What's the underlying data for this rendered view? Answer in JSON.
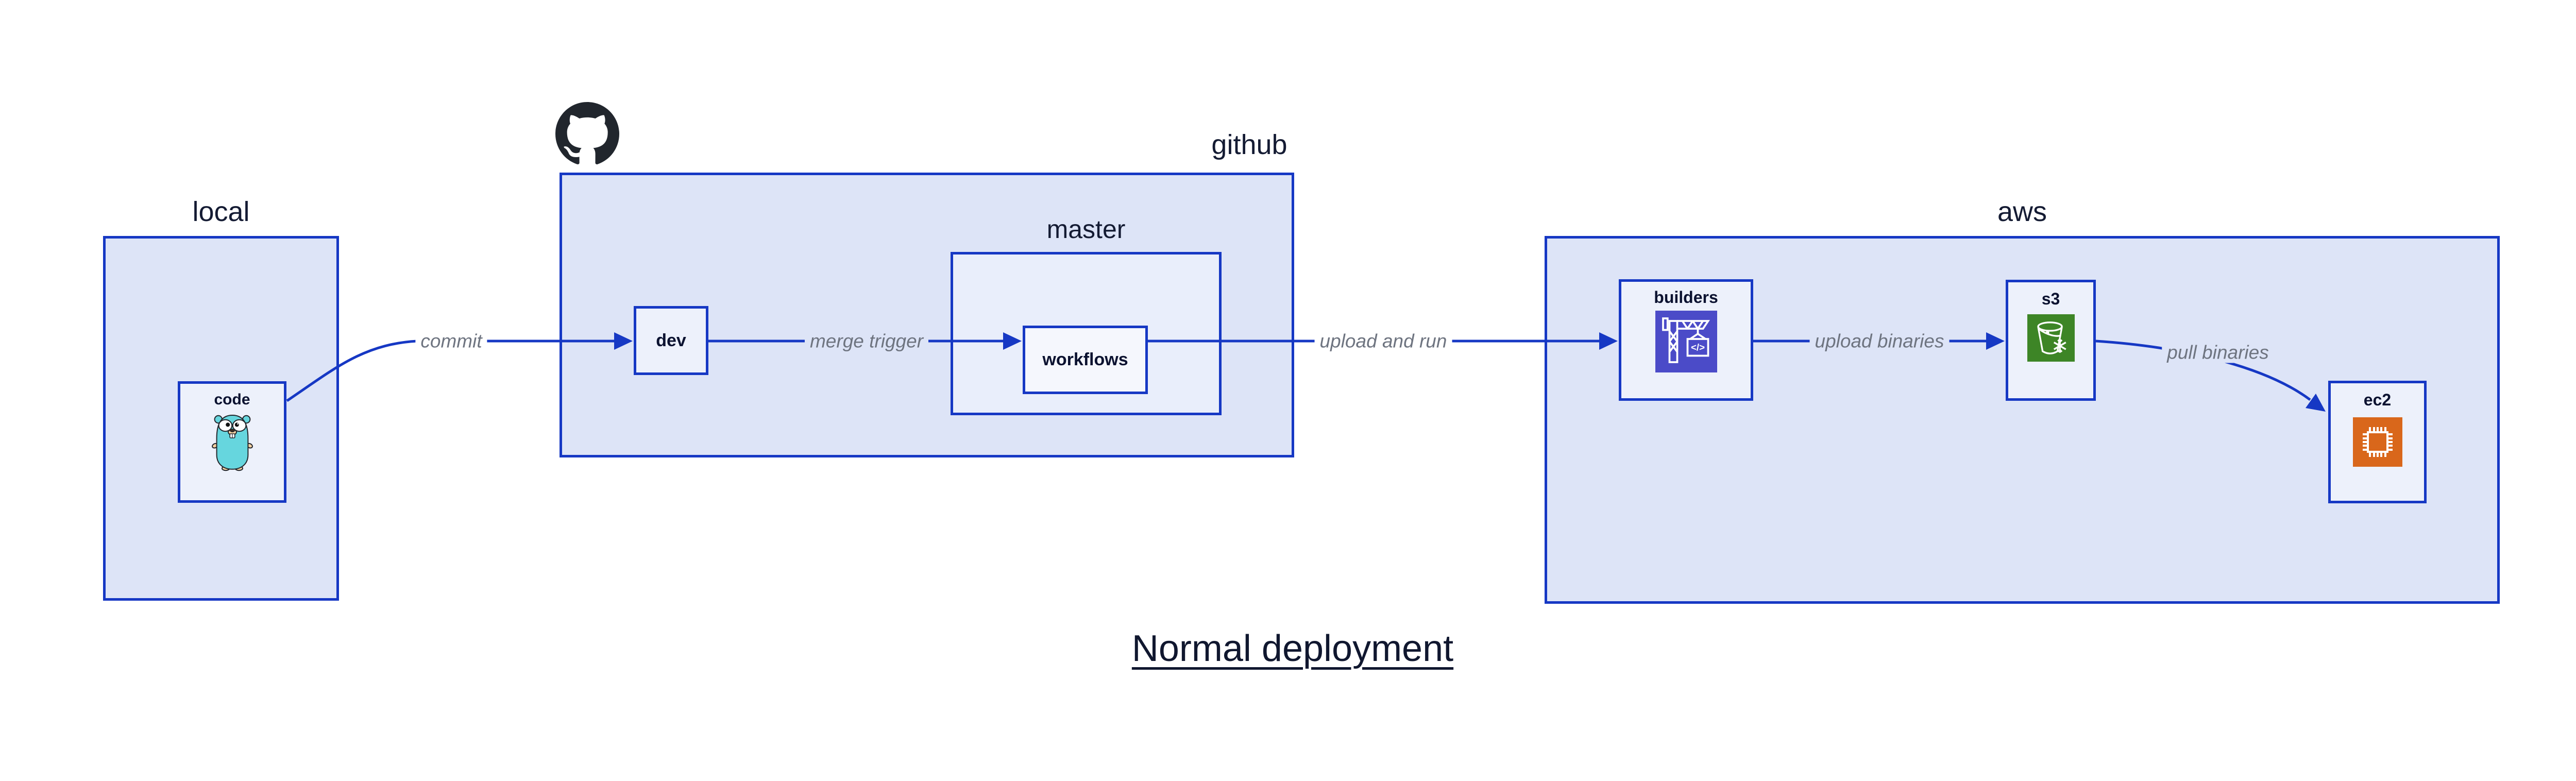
{
  "title": "Normal deployment",
  "groups": {
    "local": {
      "label": "local"
    },
    "github": {
      "label": "github"
    },
    "master": {
      "label": "master"
    },
    "aws": {
      "label": "aws"
    }
  },
  "nodes": {
    "code": {
      "label": "code",
      "icon": "go-gopher-icon"
    },
    "dev": {
      "label": "dev"
    },
    "workflows": {
      "label": "workflows"
    },
    "builders": {
      "label": "builders",
      "icon": "aws-codebuild-icon"
    },
    "s3": {
      "label": "s3",
      "icon": "aws-s3-bucket-icon"
    },
    "ec2": {
      "label": "ec2",
      "icon": "aws-ec2-chip-icon"
    }
  },
  "edges": {
    "commit": {
      "label": "commit"
    },
    "merge_trigger": {
      "label": "merge trigger"
    },
    "upload_and_run": {
      "label": "upload and run"
    },
    "upload_binaries": {
      "label": "upload binaries"
    },
    "pull_binaries": {
      "label": "pull binaries"
    }
  },
  "icons": {
    "github_logo": "github-octocat-icon",
    "codebuild_glyph": "</>"
  },
  "colors": {
    "stroke_blue": "#1638c4",
    "group_fill": "#dde4f7",
    "node_fill": "#edf1fb",
    "edge_label_gray": "#6e7480",
    "text_dark": "#10172f",
    "codebuild_bg": "#4b4bc8",
    "s3_bg": "#3d8526",
    "ec2_bg": "#d9671b",
    "gopher_body": "#66d6de",
    "octocat": "#21262d"
  }
}
